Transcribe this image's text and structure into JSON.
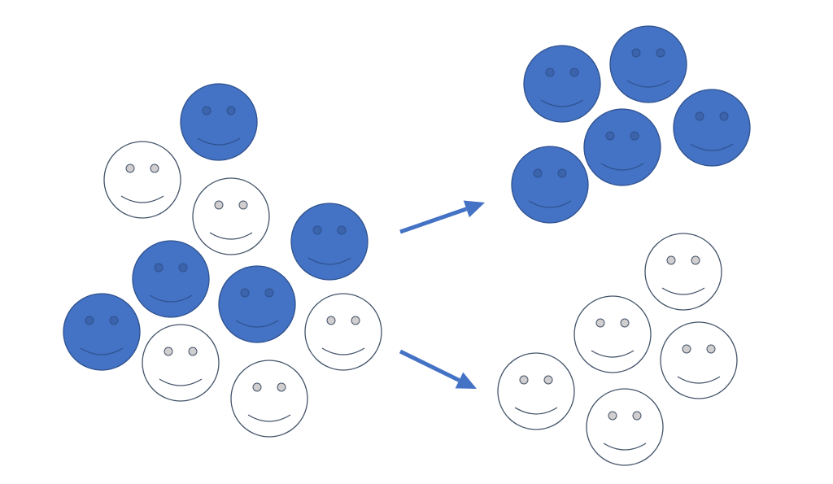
{
  "colors": {
    "blue_fill": "#4472C4",
    "blue_outline": "#2F528F",
    "blue_eye": "#3B64AD",
    "white_fill": "#FFFFFF",
    "white_outline": "#44546A",
    "white_eye": "#D0CECE",
    "arrow": "#4472C4"
  },
  "groups": [
    {
      "name": "mixed-group",
      "faces": [
        "blue",
        "white",
        "white",
        "blue",
        "blue",
        "blue",
        "blue",
        "white",
        "white",
        "white"
      ]
    },
    {
      "name": "blue-group",
      "faces": [
        "blue",
        "blue",
        "blue",
        "blue",
        "blue"
      ]
    },
    {
      "name": "white-group",
      "faces": [
        "white",
        "white",
        "white",
        "white",
        "white"
      ]
    }
  ],
  "arrows": [
    {
      "name": "arrow-to-blue-group",
      "icon": "arrow-right-up-icon"
    },
    {
      "name": "arrow-to-white-group",
      "icon": "arrow-right-down-icon"
    }
  ]
}
